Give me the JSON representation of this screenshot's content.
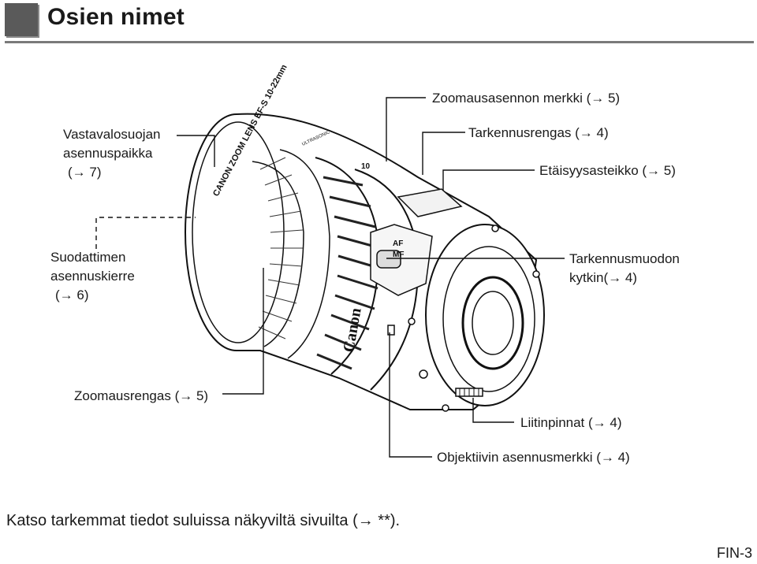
{
  "header": {
    "title": "Osien nimet"
  },
  "labels": {
    "hood_mount_l1": "Vastavalosuojan",
    "hood_mount_l2": "asennuspaikka",
    "hood_mount_l3": "(→ 7)",
    "zoom_pos_mark": "Zoomausasennon merkki (→ 5)",
    "focus_ring": "Tarkennusrengas (→ 4)",
    "distance_scale": "Etäisyysasteikko (→ 5)",
    "filter_thread_l1": "Suodattimen",
    "filter_thread_l2": "asennuskierre",
    "filter_thread_l3": "(→ 6)",
    "focus_mode_l1": "Tarkennusmuodon",
    "focus_mode_l2": "kytkin(→ 4)",
    "zoom_ring": "Zoomausrengas (→ 5)",
    "contacts": "Liitinpinnat (→ 4)",
    "mount_index": "Objektiivin asennusmerkki (→ 4)"
  },
  "lens": {
    "front_ring_text": "CANON ZOOM LENS EF-S 10-22mm",
    "ultrasonic_text": "ULTRASONIC",
    "brand": "Canon",
    "switch_af": "AF",
    "switch_mf": "MF",
    "scale_mark": "10"
  },
  "footer": {
    "note": "Katso tarkemmat tiedot suluissa näkyviltä sivuilta (→ **).",
    "page_number": "FIN-3"
  }
}
